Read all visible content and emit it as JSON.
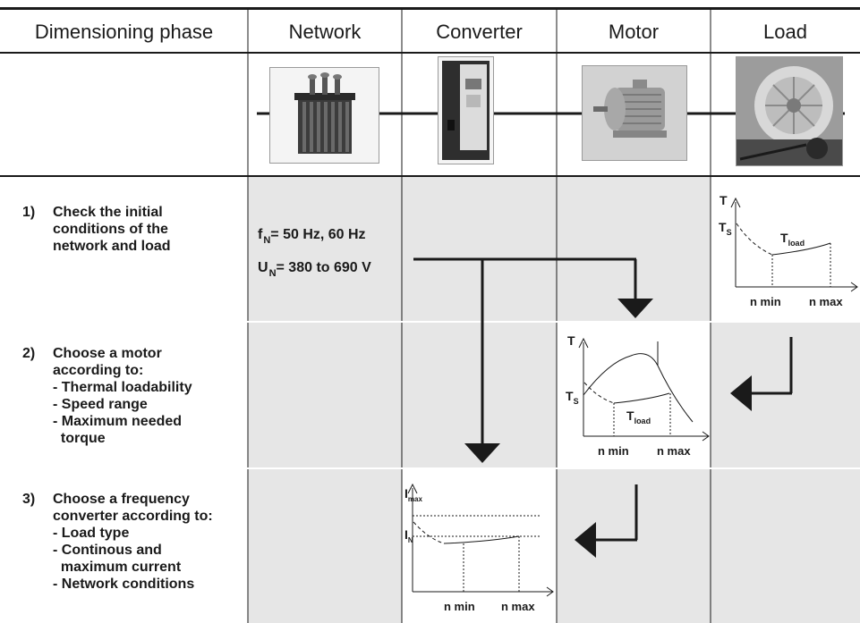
{
  "header": {
    "col_phase": "Dimensioning phase",
    "col_network": "Network",
    "col_converter": "Converter",
    "col_motor": "Motor",
    "col_load": "Load"
  },
  "steps": [
    {
      "number": "1)",
      "lines": [
        "Check the initial",
        "conditions of the",
        "network and load"
      ]
    },
    {
      "number": "2)",
      "lines": [
        "Choose a motor",
        "according to:",
        "- Thermal loadability",
        "- Speed range",
        "- Maximum needed",
        "  torque"
      ]
    },
    {
      "number": "3)",
      "lines": [
        "Choose a frequency",
        "converter according to:",
        "- Load type",
        "- Continous and",
        "  maximum current",
        "- Network conditions"
      ]
    }
  ],
  "network_conditions": {
    "freq_sym": "f",
    "freq_sub": "N",
    "freq_text": "= 50 Hz, 60 Hz",
    "volt_sym": "U",
    "volt_sub": "N",
    "volt_text": "= 380 to 690 V"
  },
  "load_chart": {
    "y_axis": "T",
    "ts": "T",
    "ts_sub": "S",
    "curve": "T",
    "curve_sub": "load",
    "x_min": "n min",
    "x_max": "n max"
  },
  "motor_chart": {
    "y_axis": "T",
    "ts": "T",
    "ts_sub": "S",
    "curve": "T",
    "curve_sub": "load",
    "x_min": "n min",
    "x_max": "n max"
  },
  "converter_chart": {
    "imax": "I",
    "imax_sub": "max",
    "in": "I",
    "in_sub": "N",
    "x_min": "n min",
    "x_max": "n max"
  },
  "icons": [
    "transformer-photo",
    "converter-photo",
    "motor-photo",
    "load-photo",
    "arrow-down",
    "arrow-left"
  ],
  "colors": {
    "text": "#1a1a1a",
    "shade": "#e6e6e6",
    "rule": "#1a1a1a",
    "separator": "#ffffff"
  }
}
